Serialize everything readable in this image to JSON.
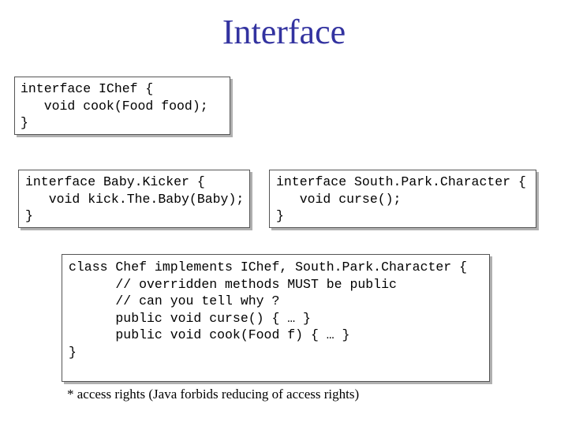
{
  "title": "Interface",
  "ichef_code": "interface IChef {\n   void cook(Food food);\n}",
  "babykicker_code": "interface Baby.Kicker {\n   void kick.The.Baby(Baby);\n}",
  "southpark_code": "interface South.Park.Character {\n   void curse();\n}",
  "chef_code": "class Chef implements IChef, South.Park.Character {\n      // overridden methods MUST be public\n      // can you tell why ?\n      public void curse() { … }\n      public void cook(Food f) { … }\n}",
  "footnote": "* access rights (Java forbids reducing of access rights)"
}
